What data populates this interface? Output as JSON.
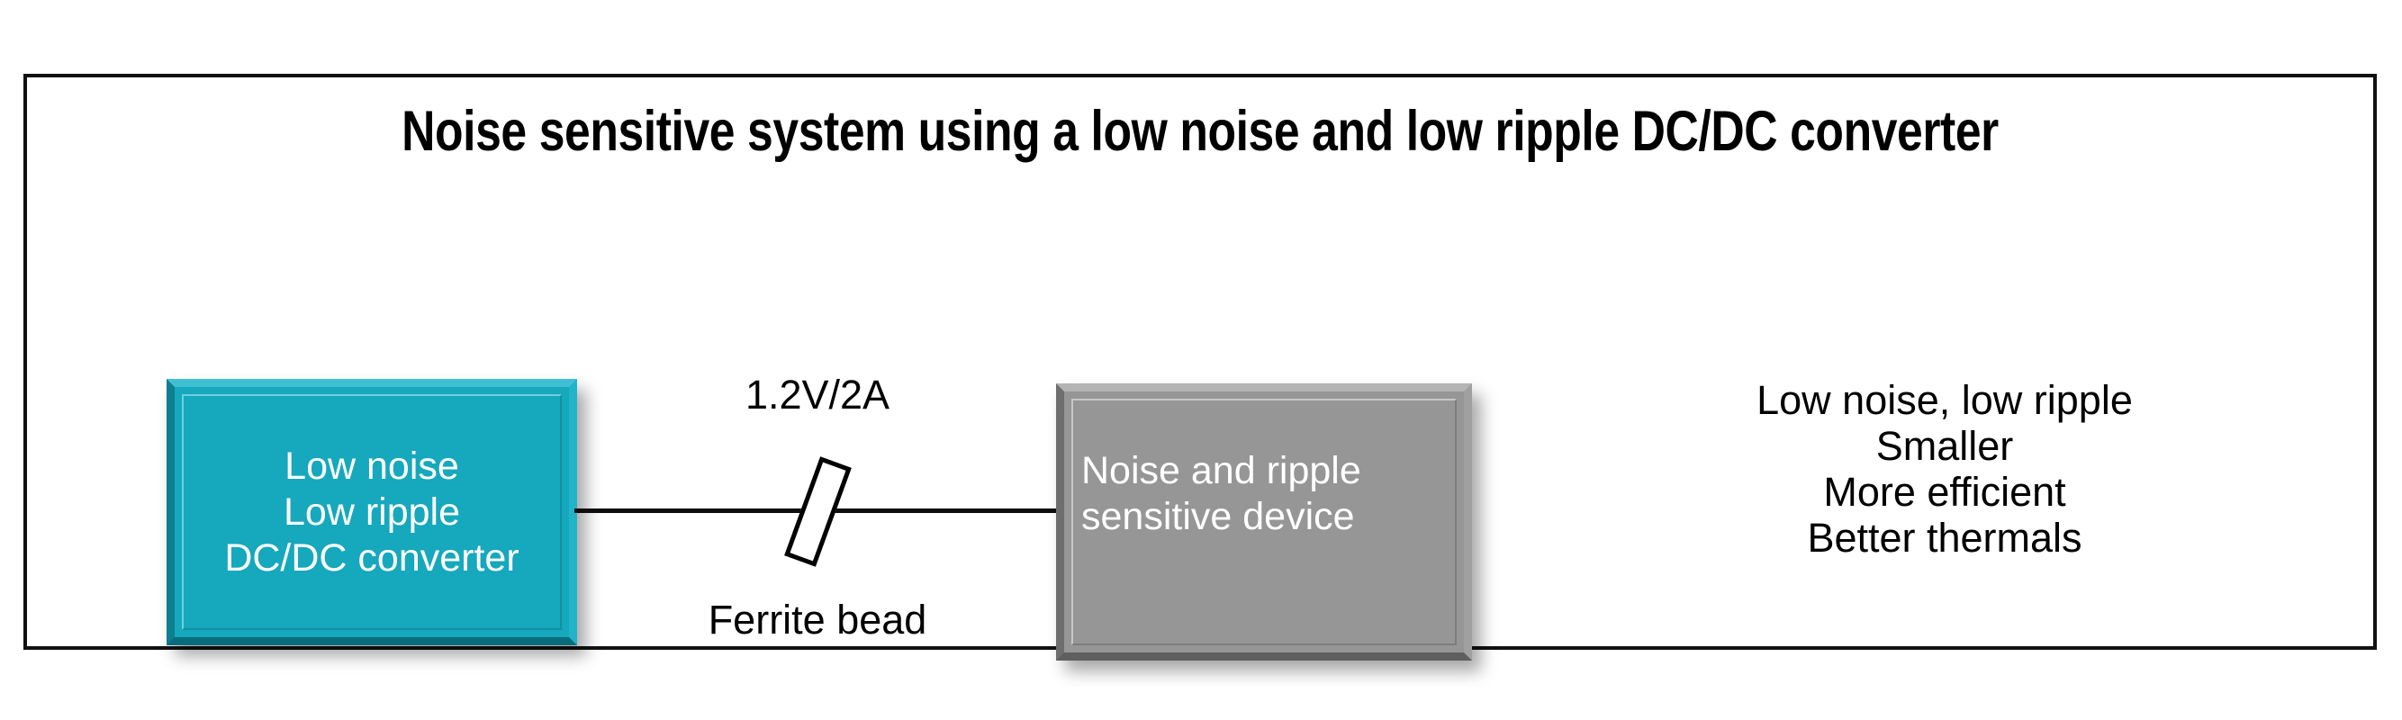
{
  "slide": {
    "title": "Noise sensitive system using a low noise and low ripple DC/DC converter",
    "background_color": "#ffffff",
    "frame_border_color": "#111111"
  },
  "diagram": {
    "converter_block": {
      "name": "Low noise low ripple DC/DC converter",
      "fill_color": "#16a8bd",
      "text_color": "#ffffff",
      "lines": [
        "Low noise",
        "Low ripple",
        "DC/DC converter"
      ]
    },
    "device_block": {
      "name": "Noise and ripple sensitive device",
      "fill_color": "#969696",
      "text_color": "#ffffff",
      "lines": [
        "Noise and ripple",
        "sensitive device"
      ]
    },
    "wire": {
      "color": "#0d0d0d",
      "voltage_label": "1.2V/2A",
      "component_label": "Ferrite bead",
      "component_icon": "ferrite-bead-icon"
    }
  },
  "benefits": {
    "items": [
      "Low noise, low ripple",
      "Smaller",
      "More efficient",
      "Better thermals"
    ]
  }
}
